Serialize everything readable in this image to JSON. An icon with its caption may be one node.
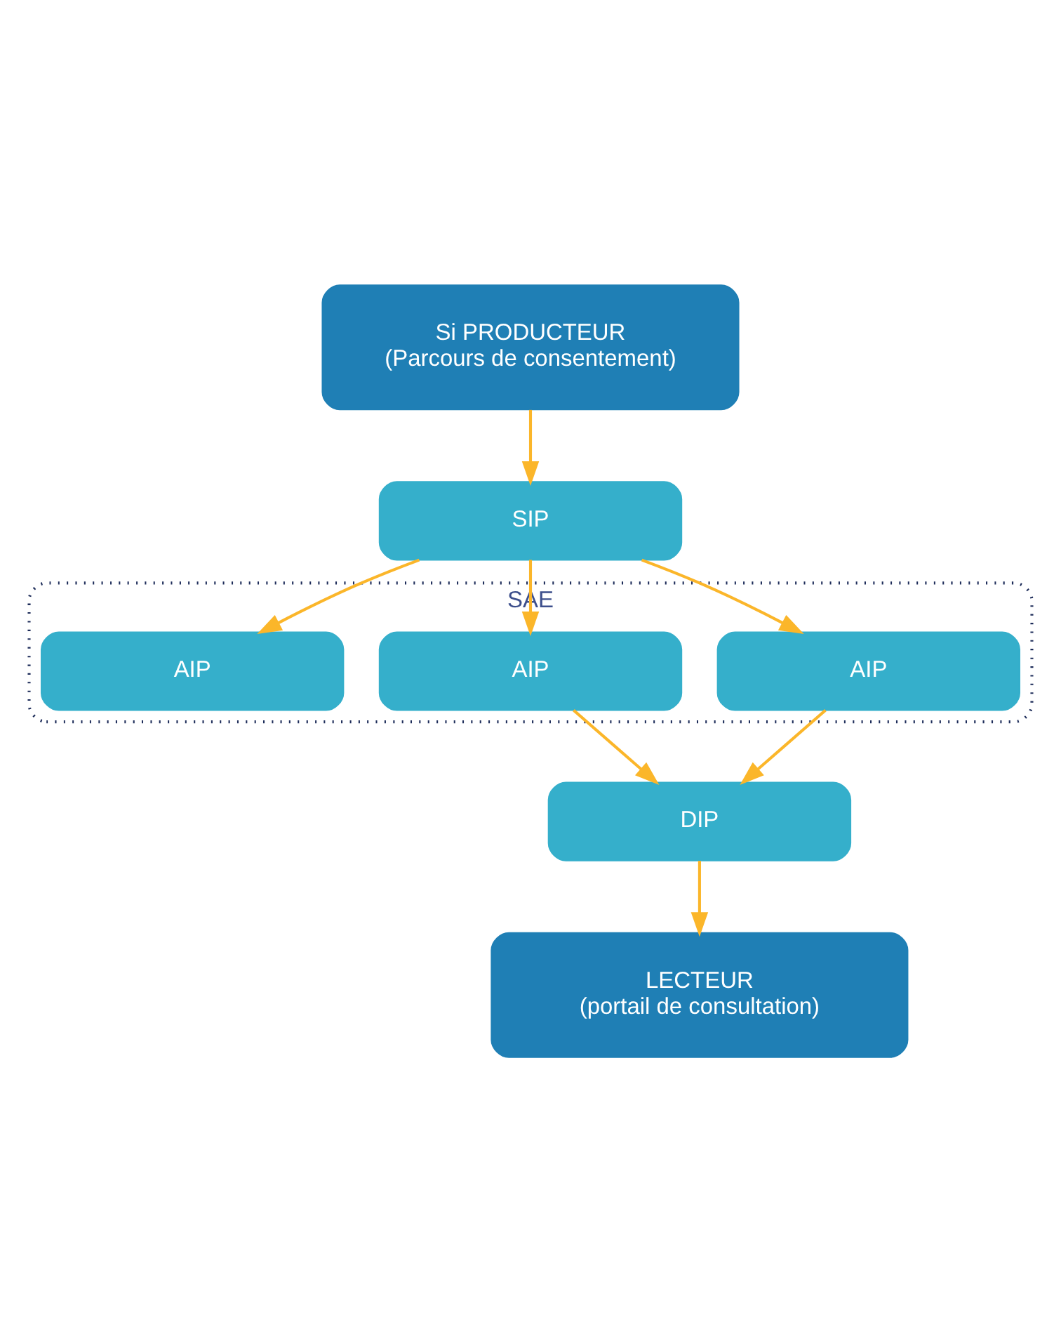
{
  "diagram": {
    "nodes": [
      {
        "text": [
          "Si PRODUCTEUR",
          "(Parcours de consentement)"
        ]
      },
      {
        "text": [
          "SIP"
        ]
      },
      {
        "text": [
          "SAE"
        ]
      },
      {
        "text": [
          "AIP"
        ],
        "in": 2
      },
      {
        "text": [
          "AIP"
        ],
        "in": 2
      },
      {
        "text": [
          "AIP"
        ],
        "in": 2
      },
      {
        "text": [
          "DIP"
        ]
      },
      {
        "text": [
          "LECTEUR",
          "(portail de consultation)"
        ]
      }
    ],
    "edges": [
      {
        "from": 0,
        "to": 1,
        "arrow": "to"
      },
      {
        "from": 1,
        "to": 3,
        "arrow": "to"
      },
      {
        "from": 1,
        "to": 4,
        "arrow": "to"
      },
      {
        "from": 1,
        "to": 5,
        "arrow": "to"
      },
      {
        "from": 3,
        "to": 6,
        "arrow": "to"
      },
      {
        "from": 4,
        "to": 6,
        "arrow": "to"
      },
      {
        "from": 6,
        "to": 7,
        "arrow": "to"
      }
    ]
  }
}
